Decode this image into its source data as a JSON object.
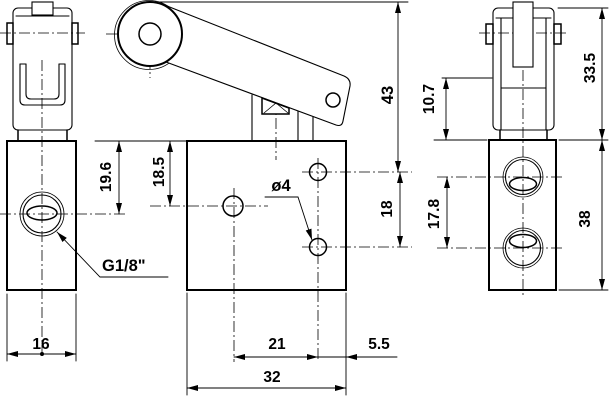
{
  "drawing": {
    "type": "technical-dimension-drawing",
    "subject": "roller-lever pneumatic limit valve, three orthographic views",
    "colors": {
      "line": "#000000",
      "background": "#ffffff"
    },
    "labels": {
      "thread": "G1/8\"",
      "diameter": "ø4"
    },
    "dims": {
      "width_16": "16",
      "h_19_6": "19.6",
      "h_18_5": "18.5",
      "lever_43": "43",
      "stroke_10_7": "10.7",
      "bracket_33_5": "33.5",
      "spacing_18": "18",
      "ports_17_8": "17.8",
      "body_38": "38",
      "holes_21": "21",
      "offset_5_5": "5.5",
      "body_32": "32"
    }
  }
}
